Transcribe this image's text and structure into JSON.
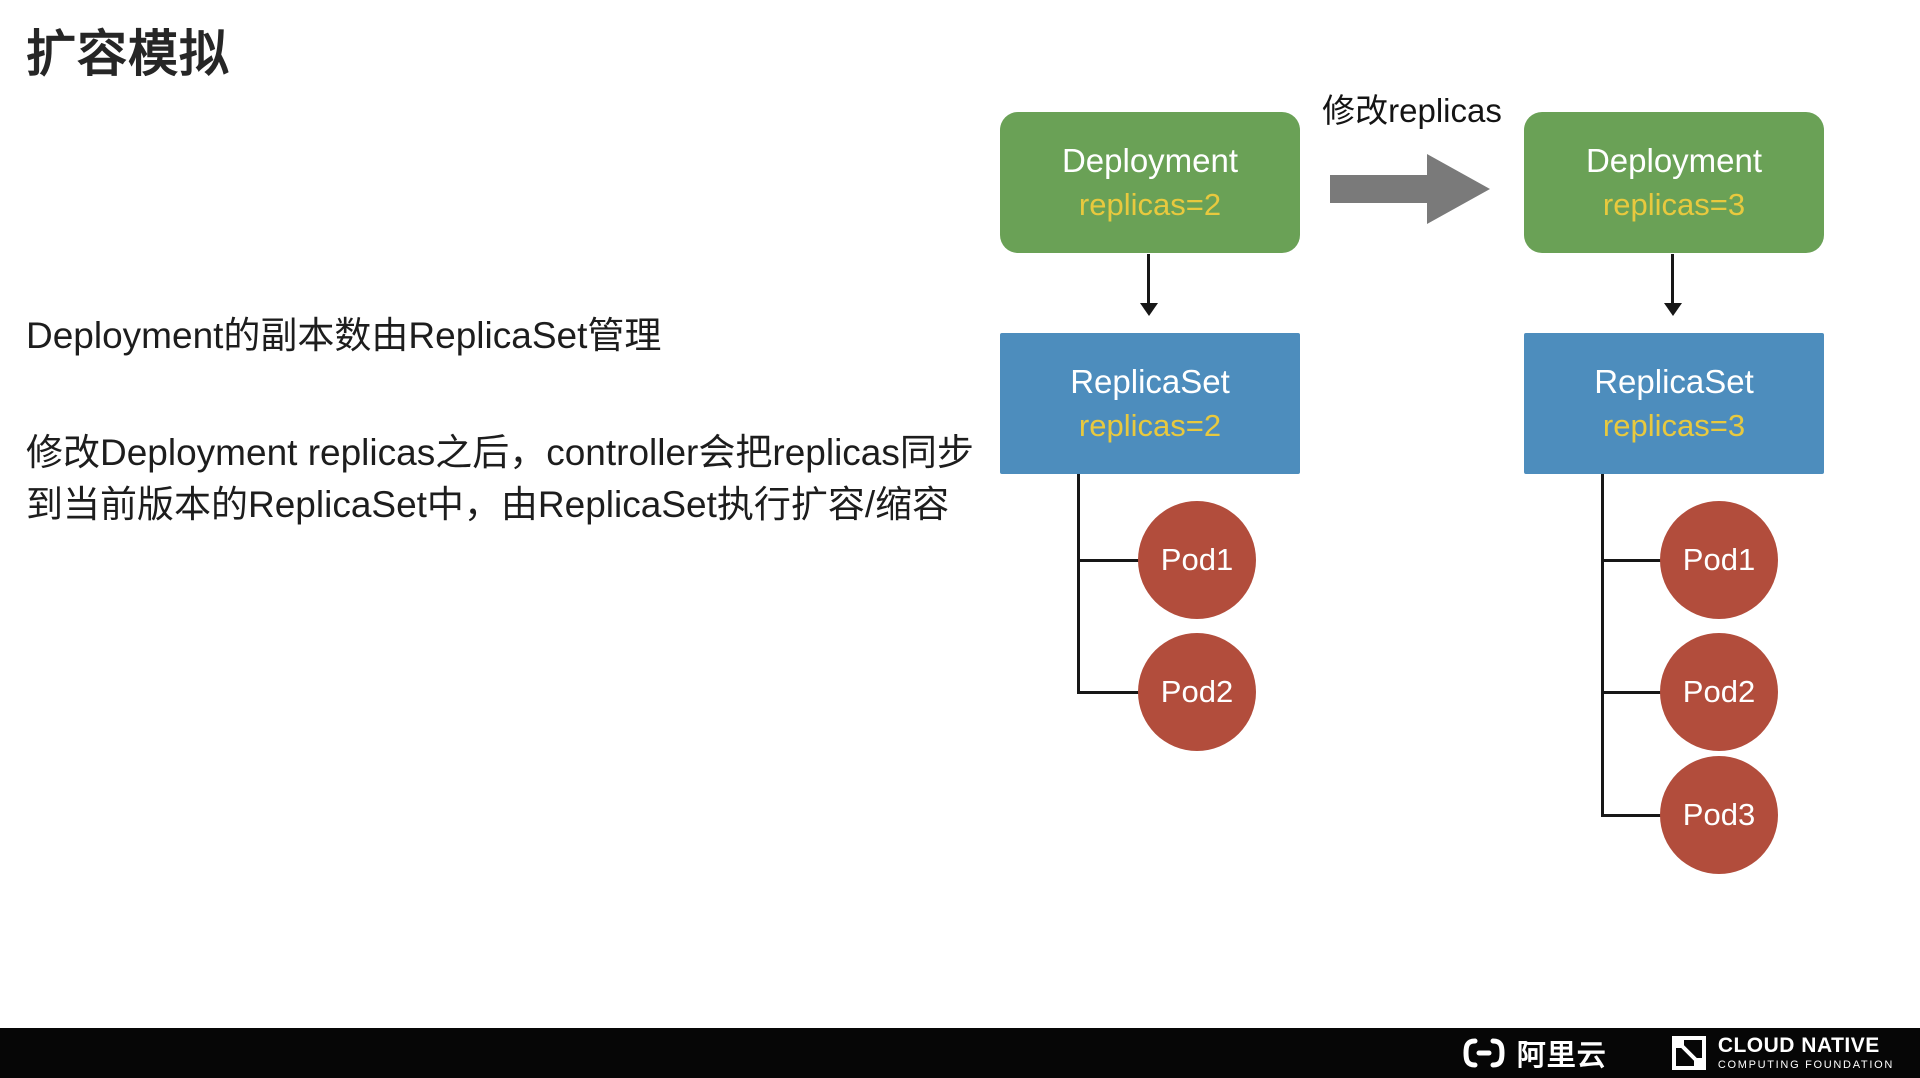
{
  "slide": {
    "title": "扩容模拟",
    "body": {
      "line1": "Deployment的副本数由ReplicaSet管理",
      "para2": "修改Deployment replicas之后，controller会把replicas同步到当前版本的ReplicaSet中，由ReplicaSet执行扩容/缩容"
    }
  },
  "diagram": {
    "change_arrow_label": "修改replicas",
    "before": {
      "deployment": {
        "title": "Deployment",
        "replicas": "replicas=2"
      },
      "replicaset": {
        "title": "ReplicaSet",
        "replicas": "replicas=2"
      },
      "pods": [
        "Pod1",
        "Pod2"
      ]
    },
    "after": {
      "deployment": {
        "title": "Deployment",
        "replicas": "replicas=3"
      },
      "replicaset": {
        "title": "ReplicaSet",
        "replicas": "replicas=3"
      },
      "pods": [
        "Pod1",
        "Pod2",
        "Pod3"
      ]
    },
    "colors": {
      "deployment_box": "#6aa156",
      "replicaset_box": "#4d8dbd",
      "pod_circle": "#b24d3c",
      "replicas_text": "#e8c93e",
      "change_arrow": "#7a7a7a"
    },
    "icons": {
      "flow_arrow": "down-arrow",
      "change_arrow": "right-block-arrow"
    }
  },
  "footer": {
    "alibaba_cloud_label": "阿里云",
    "alibaba_mark": "bracket-dash-logo",
    "cncf_mark": "hatched-square-logo",
    "cncf_name": "CLOUD NATIVE",
    "cncf_subtitle": "COMPUTING FOUNDATION"
  }
}
